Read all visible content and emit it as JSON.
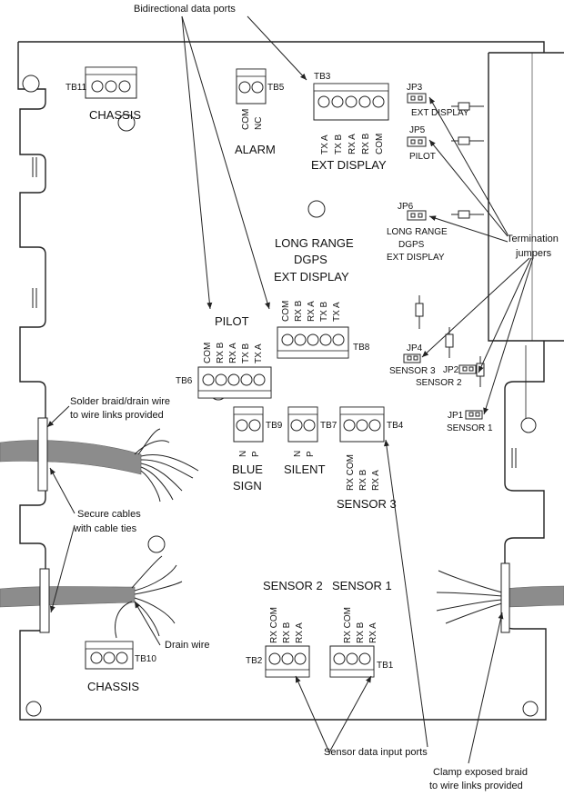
{
  "title": "",
  "labels": {
    "chassis_top": "CHASSIS",
    "chassis_bottom": "CHASSIS",
    "alarm": "ALARM",
    "ext_display": "EXT DISPLAY",
    "long_range": [
      "LONG RANGE",
      "DGPS",
      "EXT DISPLAY"
    ],
    "pilot": "PILOT",
    "blue_sign": [
      "BLUE",
      "SIGN"
    ],
    "silent": "SILENT",
    "sensor3": "SENSOR 3",
    "sensor2": "SENSOR 2",
    "sensor1": "SENSOR 1"
  },
  "terminal_blocks": {
    "tb1": {
      "id": "TB1",
      "pins": [
        "RX COM",
        "RX B",
        "RX A"
      ]
    },
    "tb2": {
      "id": "TB2",
      "pins": [
        "RX COM",
        "RX B",
        "RX A"
      ]
    },
    "tb3": {
      "id": "TB3",
      "pins": [
        "TX A",
        "TX B",
        "RX A",
        "RX B",
        "COM"
      ]
    },
    "tb4": {
      "id": "TB4",
      "pins": [
        "RX COM",
        "RX B",
        "RX A"
      ]
    },
    "tb5": {
      "id": "TB5",
      "pins": [
        "COM",
        "NC"
      ]
    },
    "tb6": {
      "id": "TB6",
      "pins": [
        "COM",
        "RX B",
        "RX A",
        "TX B",
        "TX A"
      ]
    },
    "tb7": {
      "id": "TB7",
      "pins": [
        "N",
        "P"
      ]
    },
    "tb8": {
      "id": "TB8",
      "pins": [
        "COM",
        "RX B",
        "RX A",
        "TX B",
        "TX A"
      ]
    },
    "tb9": {
      "id": "TB9",
      "pins": [
        "N",
        "P"
      ]
    },
    "tb10": {
      "id": "TB10"
    },
    "tb11": {
      "id": "TB11"
    }
  },
  "jumpers": {
    "jp1": {
      "id": "JP1",
      "label": "SENSOR 1"
    },
    "jp2": {
      "id": "JP2",
      "label": "SENSOR 2"
    },
    "jp3": {
      "id": "JP3",
      "label": "EXT DISPLAY"
    },
    "jp4": {
      "id": "JP4",
      "label": "SENSOR 3"
    },
    "jp5": {
      "id": "JP5",
      "label": "PILOT"
    },
    "jp6": {
      "id": "JP6",
      "label": [
        "LONG RANGE",
        "DGPS",
        "EXT DISPLAY"
      ]
    }
  },
  "callouts": {
    "bidirectional": "Bidirectional  data ports",
    "termination": [
      "Termination",
      "jumpers"
    ],
    "solder": [
      "Solder braid/drain wire",
      "to wire links provided"
    ],
    "secure": [
      "Secure cables",
      "with cable ties"
    ],
    "drain": "Drain wire",
    "sensor_ports": "Sensor data input ports",
    "clamp": [
      "Clamp exposed braid",
      "to wire links provided"
    ]
  }
}
